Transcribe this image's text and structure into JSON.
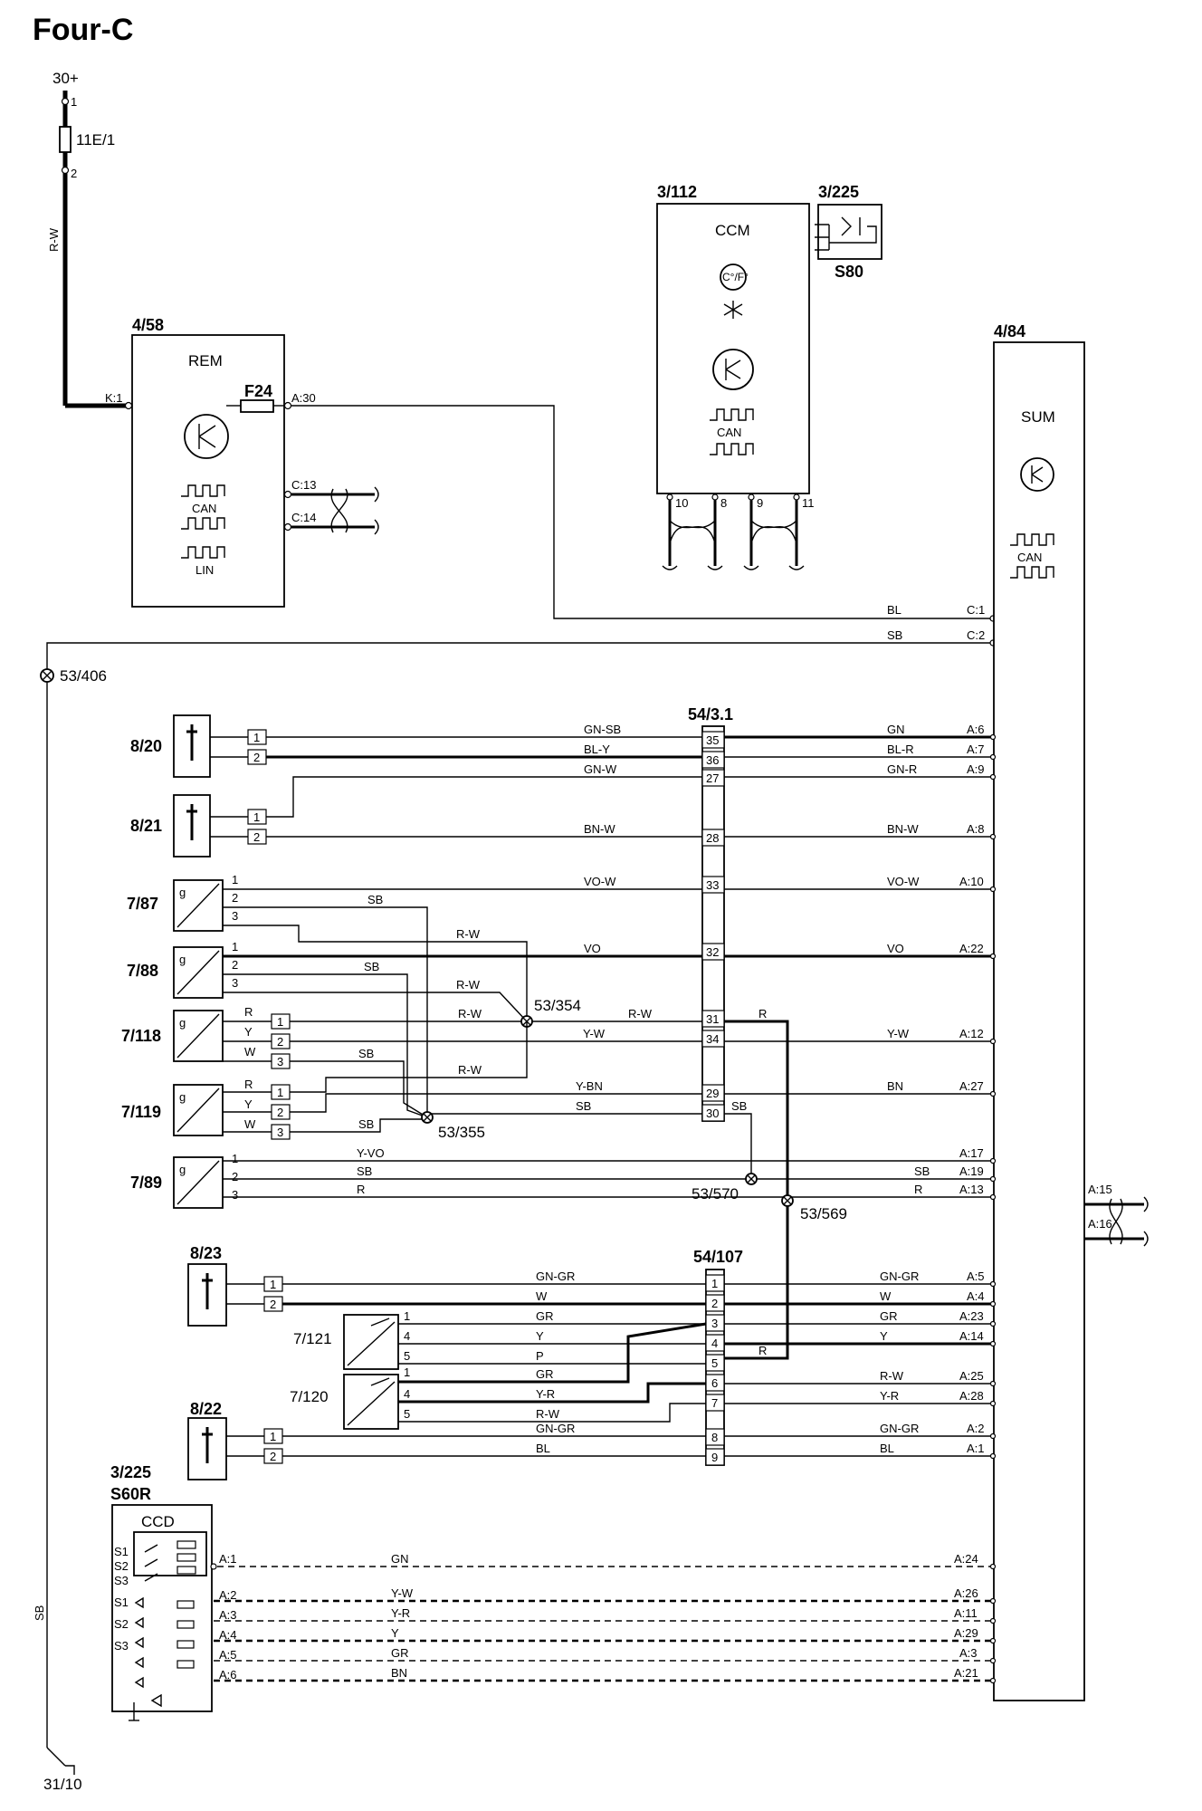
{
  "title": "Four-C",
  "supply": {
    "terminal": "30+",
    "fuse": "11E/1",
    "pin_top": "1",
    "pin_bot": "2",
    "wire": "R-W",
    "ground": "31/10",
    "ground_wire": "SB"
  },
  "rem": {
    "id": "4/58",
    "name": "REM",
    "pin_k1": "K:1",
    "fuse": "F24",
    "pin_a30": "A:30",
    "pin_c13": "C:13",
    "pin_c14": "C:14",
    "can": "CAN",
    "lin": "LIN"
  },
  "ccm": {
    "id": "3/112",
    "name": "CCM",
    "temp": "C°/F°",
    "can": "CAN",
    "pins": [
      "10",
      "8",
      "9",
      "11"
    ]
  },
  "sensor_3_225": {
    "id": "3/225",
    "variant": "S80"
  },
  "sum": {
    "id": "4/84",
    "name": "SUM",
    "can": "CAN",
    "pin_a15": "A:15",
    "pin_a16": "A:16"
  },
  "bus": {
    "bl": "BL",
    "c1": "C:1",
    "sb": "SB",
    "c2": "C:2"
  },
  "splices": {
    "s406": "53/406",
    "s354": "53/354",
    "s355": "53/355",
    "s570": "53/570",
    "s569": "53/569"
  },
  "conn_54_3_1": {
    "id": "54/3.1",
    "pins": [
      "35",
      "36",
      "27",
      "28",
      "33",
      "32",
      "31",
      "34",
      "29",
      "30"
    ]
  },
  "conn_54_107": {
    "id": "54/107",
    "pins": [
      "1",
      "2",
      "3",
      "4",
      "5",
      "6",
      "7",
      "8",
      "9"
    ]
  },
  "components": {
    "c820": "8/20",
    "c821": "8/21",
    "c787": "7/87",
    "c788": "7/88",
    "c7118": "7/118",
    "c7119": "7/119",
    "c789": "7/89",
    "c823": "8/23",
    "c7121": "7/121",
    "c7120": "7/120",
    "c822": "8/22"
  },
  "wires": {
    "gnsb": "GN-SB",
    "bly": "BL-Y",
    "gnw": "GN-W",
    "bnw": "BN-W",
    "vow": "VO-W",
    "vo": "VO",
    "sb": "SB",
    "rw": "R-W",
    "r": "R",
    "y": "Y",
    "w": "W",
    "yw": "Y-W",
    "ybn": "Y-BN",
    "yvo": "Y-VO",
    "gngr": "GN-GR",
    "gr": "GR",
    "p": "P",
    "yr": "Y-R",
    "bl": "BL",
    "gn": "GN",
    "blr": "BL-R",
    "gnr": "GN-R",
    "bn": "BN"
  },
  "sum_pins": {
    "a6": "A:6",
    "a7": "A:7",
    "a9": "A:9",
    "a8": "A:8",
    "a10": "A:10",
    "a22": "A:22",
    "a12": "A:12",
    "a27": "A:27",
    "a17": "A:17",
    "a19": "A:19",
    "a13": "A:13",
    "a5": "A:5",
    "a4": "A:4",
    "a23": "A:23",
    "a14": "A:14",
    "a25": "A:25",
    "a28": "A:28",
    "a2": "A:2",
    "a1": "A:1",
    "a24": "A:24",
    "a26": "A:26",
    "a11": "A:11",
    "a29": "A:29",
    "a3": "A:3",
    "a21": "A:21"
  },
  "sensor_pins": {
    "p1": "1",
    "p2": "2",
    "p3": "3",
    "p4": "4",
    "p5": "5",
    "g": "g",
    "r": "R",
    "y": "Y",
    "w": "W"
  },
  "ccd": {
    "id": "3/225",
    "variant": "S60R",
    "name": "CCD",
    "switches": [
      "S1",
      "S2",
      "S3",
      "S1",
      "S2",
      "S3"
    ],
    "pins": [
      "A:1",
      "A:2",
      "A:3",
      "A:4",
      "A:5",
      "A:6"
    ]
  }
}
